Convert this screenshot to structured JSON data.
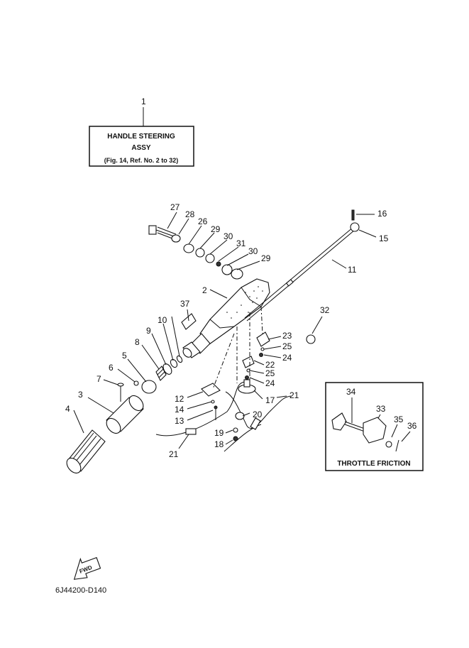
{
  "diagram_code": "6J44200-D140",
  "assy_box": {
    "ref": "1",
    "title_line1": "HANDLE  STEERING",
    "title_line2": "ASSY",
    "subtitle": "(Fig. 14, Ref. No. 2 to 32)"
  },
  "inset": {
    "title": "THROTTLE  FRICTION"
  },
  "fwd_label": "FWD",
  "callouts": {
    "c2": "2",
    "c3": "3",
    "c4": "4",
    "c5": "5",
    "c6": "6",
    "c7": "7",
    "c8": "8",
    "c9": "9",
    "c10": "10",
    "c11": "11",
    "c12": "12",
    "c13": "13",
    "c14": "14",
    "c15": "15",
    "c16": "16",
    "c17": "17",
    "c18": "18",
    "c19": "19",
    "c20": "20",
    "c21a": "21",
    "c21b": "21",
    "c22": "22",
    "c23": "23",
    "c24a": "24",
    "c24b": "24",
    "c25a": "25",
    "c25b": "25",
    "c26": "26",
    "c27": "27",
    "c28": "28",
    "c29a": "29",
    "c29b": "29",
    "c30a": "30",
    "c30b": "30",
    "c31": "31",
    "c32": "32",
    "c33": "33",
    "c34": "34",
    "c35": "35",
    "c36": "36",
    "c37": "37"
  }
}
